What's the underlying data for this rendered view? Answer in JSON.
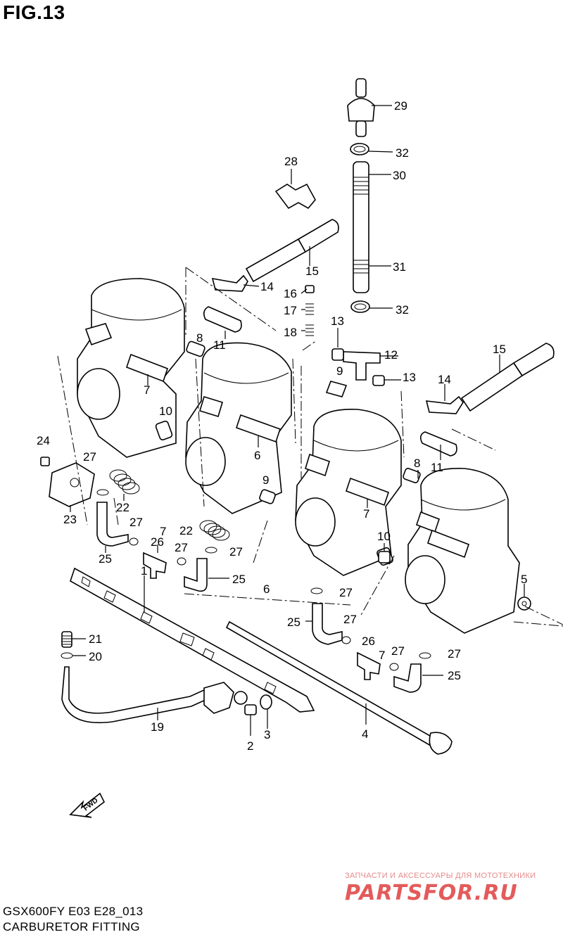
{
  "figure": {
    "title": "FIG.13",
    "model_code": "GSX600FY E03 E28_013",
    "name": "CARBURETOR FITTING"
  },
  "fwd_label": "FWD",
  "watermark": {
    "tagline": "ЗАПЧАСТИ И АКСЕССУАРЫ ДЛЯ МОТОТЕХНИКИ",
    "logo": "PARTSFOR.RU"
  },
  "callouts": {
    "p29": "29",
    "p32a": "32",
    "p30": "30",
    "p28": "28",
    "p15a": "15",
    "p31": "31",
    "p14a": "14",
    "p16": "16",
    "p17": "17",
    "p32b": "32",
    "p18": "18",
    "p13a": "13",
    "p12": "12",
    "p8a": "8",
    "p11a": "11",
    "p9a": "9",
    "p13b": "13",
    "p15b": "15",
    "p14b": "14",
    "p7a": "7",
    "p10a": "10",
    "p6a": "6",
    "p24": "24",
    "p27a": "27",
    "p22a": "22",
    "p8b": "8",
    "p11b": "11",
    "p23": "23",
    "p9b": "9",
    "p7b": "7",
    "p27b": "27",
    "p22b": "22",
    "p26a": "26",
    "p27c": "27",
    "p10b": "10",
    "p25a": "25",
    "p27d": "27",
    "p1": "1",
    "p25b": "25",
    "p6b": "6",
    "p27e": "27",
    "p5": "5",
    "p25c": "25",
    "p27f": "27",
    "p21": "21",
    "p26b": "26",
    "p7c": "7",
    "p27g": "27",
    "p27h": "27",
    "p20": "20",
    "p25d": "25",
    "p19": "19",
    "p3": "3",
    "p2": "2",
    "p4": "4"
  }
}
